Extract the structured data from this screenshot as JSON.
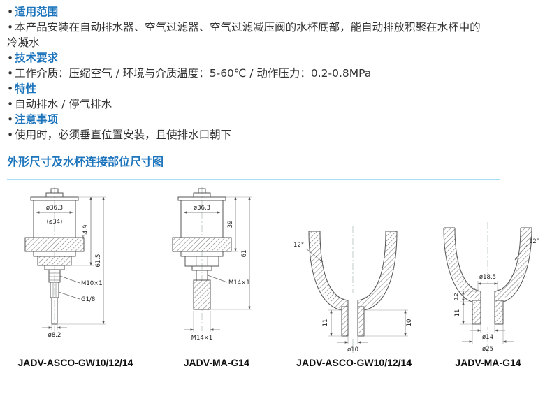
{
  "colors": {
    "heading_blue": "#1b74bc",
    "divider_blue": "#a6dcf5",
    "text": "#333333"
  },
  "info": {
    "items": [
      {
        "text": "适用范围"
      },
      {
        "text": "本产品安装在自动排水器、空气过滤器、空气过滤减压阀的水杯底部，能自动排放积聚在水杯中的冷凝水"
      },
      {
        "text": "技术要求"
      },
      {
        "text": "工作介质：压缩空气 / 环境与介质温度：5-60℃ / 动作压力：0.2-0.8MPa"
      },
      {
        "text": "特性"
      },
      {
        "text": "自动排水 / 停气排水"
      },
      {
        "text": "注意事项"
      },
      {
        "text": "使用时，必须垂直位置安装，且使排水口朝下"
      }
    ]
  },
  "section": {
    "title": "外形尺寸及水杯连接部位尺寸图"
  },
  "drawings": [
    {
      "label": "JADV-ASCO-GW10/12/14",
      "dims": {
        "body_dia": "ø36.3",
        "body_dia_inner": "(ø34)",
        "body_height": "34.9",
        "total_height": "61.5",
        "thread_top": "M10×1",
        "thread_bottom": "G1/8",
        "tube_dia": "ø8.2"
      }
    },
    {
      "label": "JADV-MA-G14",
      "dims": {
        "body_dia": "ø36.3",
        "body_height": "39",
        "total_height": "61",
        "thread_side": "M14×1",
        "thread_bottom": "M14×1"
      }
    },
    {
      "label": "JADV-ASCO-GW10/12/14",
      "dims": {
        "hole_dia": "ø10",
        "spout_depth": "11",
        "side_depth": "10",
        "angle": "12°"
      }
    },
    {
      "label": "JADV-MA-G14",
      "dims": {
        "recess_dia": "ø18.5",
        "hole_dia": "ø14",
        "boss_dia": "ø25",
        "boss_depth": "11",
        "step": "3.2",
        "angle": "12°"
      }
    }
  ]
}
